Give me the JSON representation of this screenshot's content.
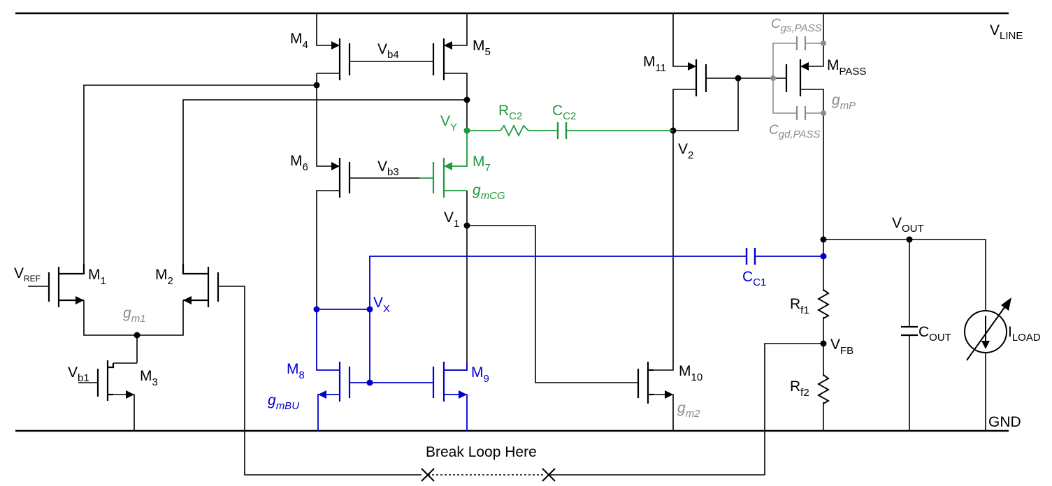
{
  "colors": {
    "main": "#000000",
    "feedback": "#0000cc",
    "compensation": "#1e9a3c",
    "parasitic": "#8c8c8c"
  },
  "rails": {
    "supply": {
      "main": "V",
      "sub": "LINE"
    },
    "ground": {
      "main": "GND",
      "sub": ""
    }
  },
  "transistors": {
    "m1": {
      "main": "M",
      "sub": "1"
    },
    "m2": {
      "main": "M",
      "sub": "2"
    },
    "m3": {
      "main": "M",
      "sub": "3"
    },
    "m4": {
      "main": "M",
      "sub": "4"
    },
    "m5": {
      "main": "M",
      "sub": "5"
    },
    "m6": {
      "main": "M",
      "sub": "6"
    },
    "m7": {
      "main": "M",
      "sub": "7"
    },
    "m8": {
      "main": "M",
      "sub": "8"
    },
    "m9": {
      "main": "M",
      "sub": "9"
    },
    "m10": {
      "main": "M",
      "sub": "10"
    },
    "m11": {
      "main": "M",
      "sub": "11"
    },
    "mpass": {
      "main": "M",
      "sub": "PASS"
    }
  },
  "nodes": {
    "vref": {
      "main": "V",
      "sub": "REF"
    },
    "vb1": {
      "main": "V",
      "sub": "b1"
    },
    "vb3": {
      "main": "V",
      "sub": "b3"
    },
    "vb4": {
      "main": "V",
      "sub": "b4"
    },
    "vx": {
      "main": "V",
      "sub": "X"
    },
    "vy": {
      "main": "V",
      "sub": "Y"
    },
    "v1": {
      "main": "V",
      "sub": "1"
    },
    "v2": {
      "main": "V",
      "sub": "2"
    },
    "vout": {
      "main": "V",
      "sub": "OUT"
    },
    "vfb": {
      "main": "V",
      "sub": "FB"
    }
  },
  "transconductances": {
    "gm1": {
      "main": "g",
      "sub": "m1"
    },
    "gm2": {
      "main": "g",
      "sub": "m2"
    },
    "gmcg": {
      "main": "g",
      "sub": "mCG"
    },
    "gmbu": {
      "main": "g",
      "sub": "mBU"
    },
    "gmp": {
      "main": "g",
      "sub": "mP"
    }
  },
  "passives": {
    "rc2": {
      "main": "R",
      "sub": "C2"
    },
    "cc2": {
      "main": "C",
      "sub": "C2"
    },
    "cc1": {
      "main": "C",
      "sub": "C1"
    },
    "rf1": {
      "main": "R",
      "sub": "f1"
    },
    "rf2": {
      "main": "R",
      "sub": "f2"
    },
    "cout": {
      "main": "C",
      "sub": "OUT"
    },
    "iload": {
      "main": "I",
      "sub": "LOAD"
    },
    "cgs_pass": {
      "main": "C",
      "sub": "gs,PASS"
    },
    "cgd_pass": {
      "main": "C",
      "sub": "gd,PASS"
    }
  },
  "annotations": {
    "break_loop": "Break Loop Here",
    "break_mark": "X"
  }
}
